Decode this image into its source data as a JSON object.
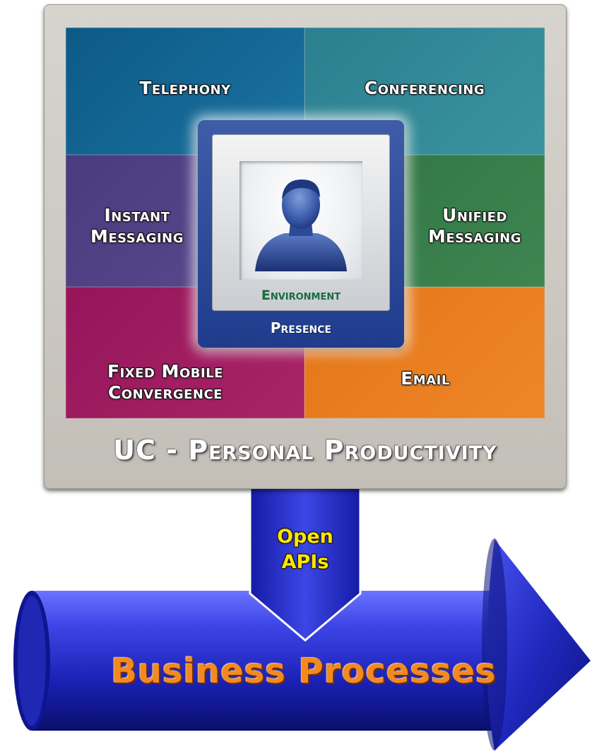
{
  "diagram": {
    "tiles": {
      "telephony": "Telephony",
      "conferencing": "Conferencing",
      "instant_messaging": [
        "Instant",
        "Messaging"
      ],
      "unified_messaging": [
        "Unified",
        "Messaging"
      ],
      "fixed_mobile_convergence": [
        "Fixed Mobile",
        "Convergence"
      ],
      "email": "Email"
    },
    "center": {
      "environment": "Environment",
      "presence": "Presence"
    },
    "panel_title": "UC - Personal Productivity",
    "connector": [
      "Open",
      "APIs"
    ],
    "arrow_label": "Business Processes"
  },
  "colors": {
    "telephony": "#0d5a86",
    "conferencing": "#2b7f8e",
    "instant_messaging": "#4a3a7e",
    "unified_messaging": "#2f7442",
    "fixed_mobile_convergence": "#96155a",
    "email": "#e2761a",
    "presence_frame": "#1f3c8c",
    "arrow": "#1c22b6",
    "api_text": "#ffe600",
    "arrow_text": "#f28a1f"
  },
  "icons": [
    "user-silhouette-icon",
    "arrow-right-icon"
  ]
}
